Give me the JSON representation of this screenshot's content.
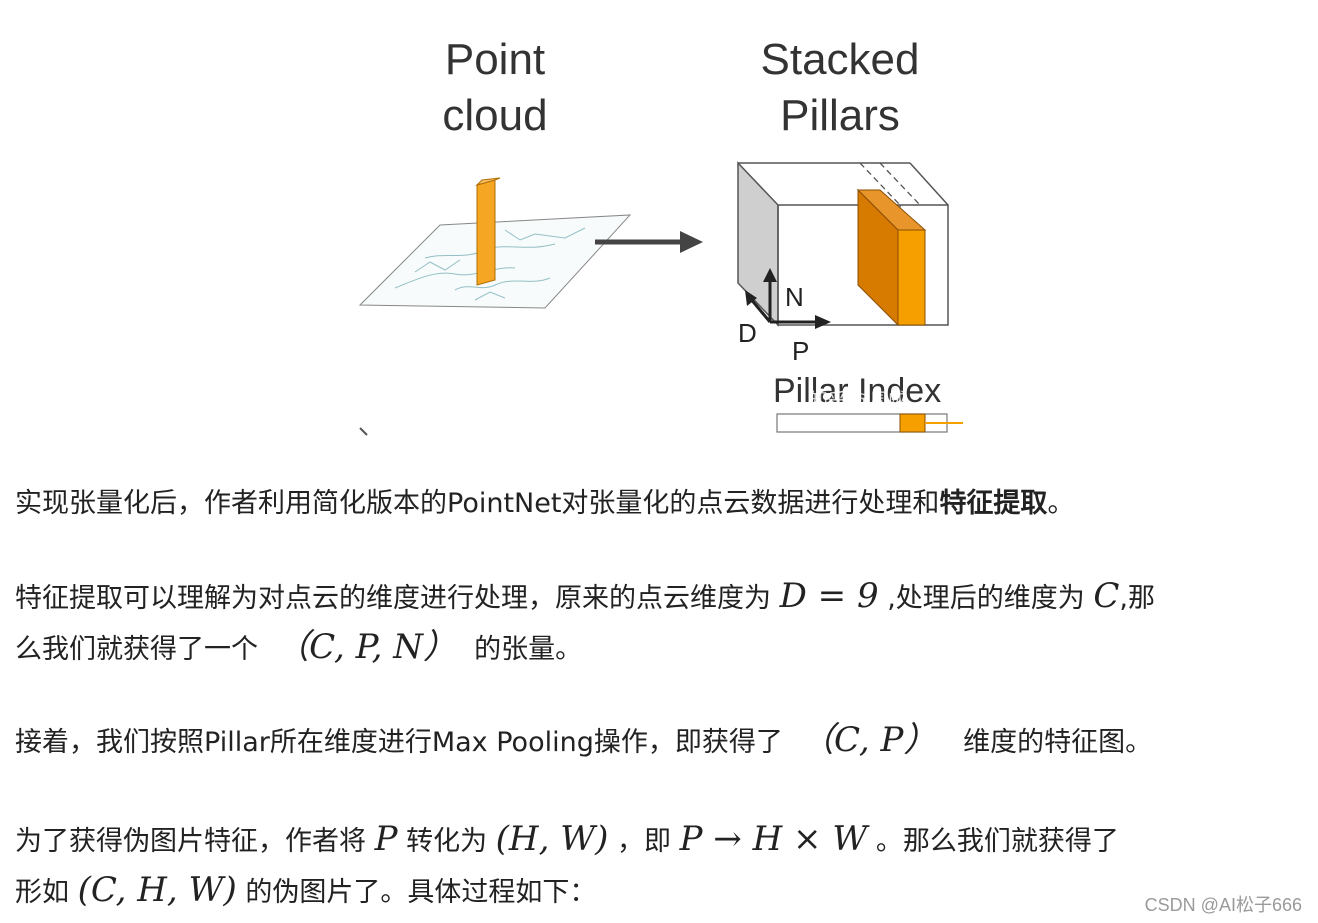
{
  "figure": {
    "left_title_line1": "Point",
    "left_title_line2": "cloud",
    "right_title_line1": "Stacked",
    "right_title_line2": "Pillars",
    "axis_n": "N",
    "axis_d": "D",
    "axis_p": "P",
    "pillar_index_label": "Pillar Index",
    "watermark_overlay": "知乎 @周威"
  },
  "paragraphs": {
    "p1_text": "实现张量化后，作者利用简化版本的PointNet对张量化的点云数据进行处理和",
    "p1_bold": "特征提取",
    "p1_end": "。",
    "p2_line1_a": "特征提取可以理解为对点云的维度进行处理，原来的点云维度为",
    "p2_math1": "D = 9",
    "p2_line1_b": ",处理后的维度为",
    "p2_math2": "C",
    "p2_line1_c": ",那",
    "p2_line2_a": "么我们就获得了一个",
    "p2_math3": "（C, P, N）",
    "p2_line2_b": "的张量。",
    "p3_a": "接着，我们按照Pillar所在维度进行Max Pooling操作，即获得了",
    "p3_math": "（C, P）",
    "p3_b": "维度的特征图。",
    "p4_line1_a": "为了获得伪图片特征，作者将",
    "p4_math1": "P",
    "p4_line1_b": "转化为",
    "p4_math2": "(H, W)",
    "p4_line1_c": "，即",
    "p4_math3": "P → H × W",
    "p4_line1_d": "。那么我们就获得了",
    "p4_line2_a": "形如",
    "p4_math4": "(C, H, W)",
    "p4_line2_b": "的伪图片了。具体过程如下："
  },
  "watermark": "CSDN @AI松子666",
  "colors": {
    "pillar_orange": "#f5a623",
    "pillar_dark": "#d77a00",
    "box_gray": "#cfcfcf"
  }
}
